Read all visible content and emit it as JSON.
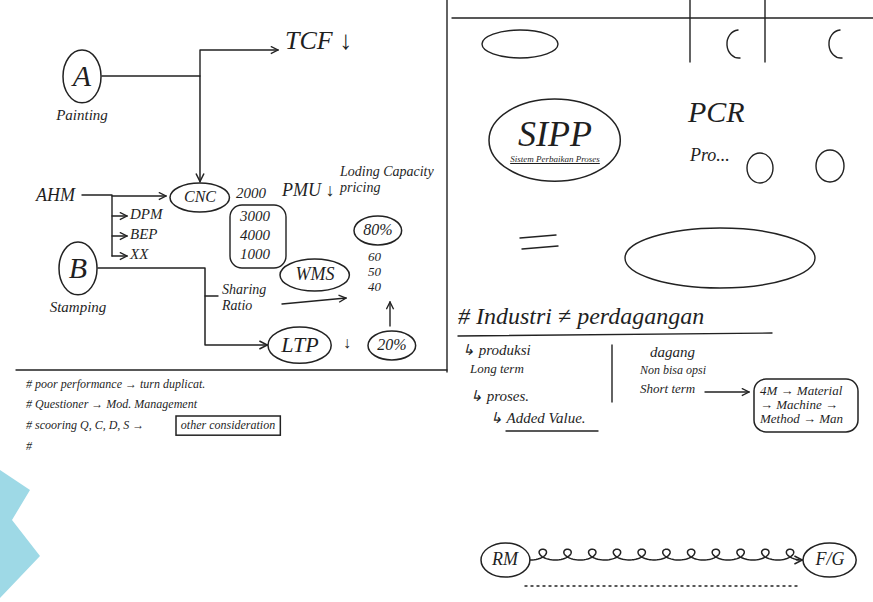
{
  "diagram": {
    "nodes": [
      {
        "text": [
          "A",
          "Painting"
        ]
      },
      {
        "text": [
          "CNC"
        ]
      },
      {
        "text": [
          "WMS"
        ]
      },
      {
        "text": [
          "80%"
        ]
      },
      {
        "text": [
          "B",
          "Stamping"
        ]
      },
      {
        "text": [
          "LTP"
        ]
      },
      {
        "text": [
          "20%"
        ]
      },
      {
        "text": [
          "other consideration"
        ]
      },
      {
        "text": [
          "SIPP",
          "Sistem Perbaikan Proses"
        ]
      },
      {
        "text": [
          "4M → Material → Machine → Method → Man"
        ]
      },
      {
        "text": [
          "RM"
        ]
      },
      {
        "text": [
          "F/G"
        ]
      }
    ],
    "edges": [
      {
        "from": 0,
        "to": 1,
        "arrow": "to"
      },
      {
        "from": 4,
        "to": 5,
        "arrow": "to"
      },
      {
        "from": 10,
        "to": 11,
        "arrow": "to"
      }
    ],
    "labels": [
      "TCF ↓",
      "AHM",
      "DPM",
      "BEP",
      "XX",
      "2000",
      "PMU ↓",
      "3000",
      "4000",
      "1000",
      "Loding Capacity pricing",
      "Sharing Ratio",
      "60",
      "50",
      "40",
      "↓",
      "# poor performance → turn duplicat.",
      "# Questioner → Mod. Management",
      "# scooring Q, C, D, S →",
      "#",
      "PCR",
      "Pro...",
      "# Industri ≠ perdagangan",
      "↳ produksi",
      "Long term",
      "dagang",
      "Non bisa opsi",
      "Short term",
      "↳ proses.",
      "↳ Added Value."
    ]
  }
}
